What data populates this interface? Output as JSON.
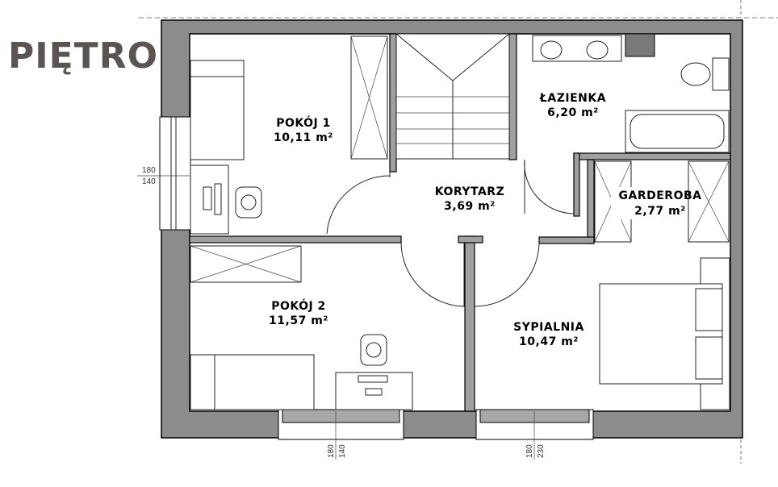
{
  "title": "PIĘTRO",
  "rooms": [
    {
      "name": "POKÓJ 1",
      "area": "10,11 m²"
    },
    {
      "name": "KORYTARZ",
      "area": "3,69 m²"
    },
    {
      "name": "ŁAZIENKA",
      "area": "6,20 m²"
    },
    {
      "name": "GARDEROBA",
      "area": "2,77 m²"
    },
    {
      "name": "POKÓJ 2",
      "area": "11,57 m²"
    },
    {
      "name": "SYPIALNIA",
      "area": "10,47 m²"
    }
  ],
  "windows": [
    {
      "top": "180",
      "bottom": "140"
    },
    {
      "top": "180",
      "bottom": "140"
    },
    {
      "top": "180",
      "bottom": "230"
    }
  ]
}
